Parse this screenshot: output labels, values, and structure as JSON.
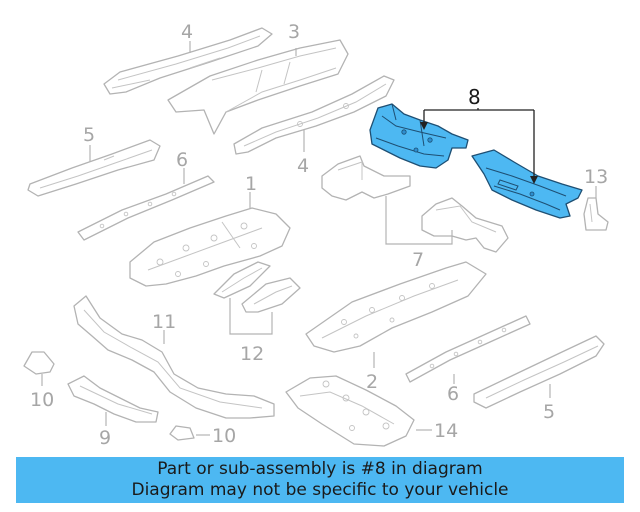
{
  "callouts": [
    {
      "id": "c4a",
      "label": "4"
    },
    {
      "id": "c3",
      "label": "3"
    },
    {
      "id": "c8",
      "label": "8"
    },
    {
      "id": "c5a",
      "label": "5"
    },
    {
      "id": "c6a",
      "label": "6"
    },
    {
      "id": "c4b",
      "label": "4"
    },
    {
      "id": "c1",
      "label": "1"
    },
    {
      "id": "c13",
      "label": "13"
    },
    {
      "id": "c7",
      "label": "7"
    },
    {
      "id": "c11",
      "label": "11"
    },
    {
      "id": "c12",
      "label": "12"
    },
    {
      "id": "c2",
      "label": "2"
    },
    {
      "id": "c10a",
      "label": "10"
    },
    {
      "id": "c6b",
      "label": "6"
    },
    {
      "id": "c5b",
      "label": "5"
    },
    {
      "id": "c9",
      "label": "9"
    },
    {
      "id": "c10b",
      "label": "10"
    },
    {
      "id": "c14",
      "label": "14"
    }
  ],
  "highlight_color": "#4db8f2",
  "banner": {
    "line1": "Part or sub-assembly is #8 in diagram",
    "line2": "Diagram may not be specific to your vehicle"
  }
}
